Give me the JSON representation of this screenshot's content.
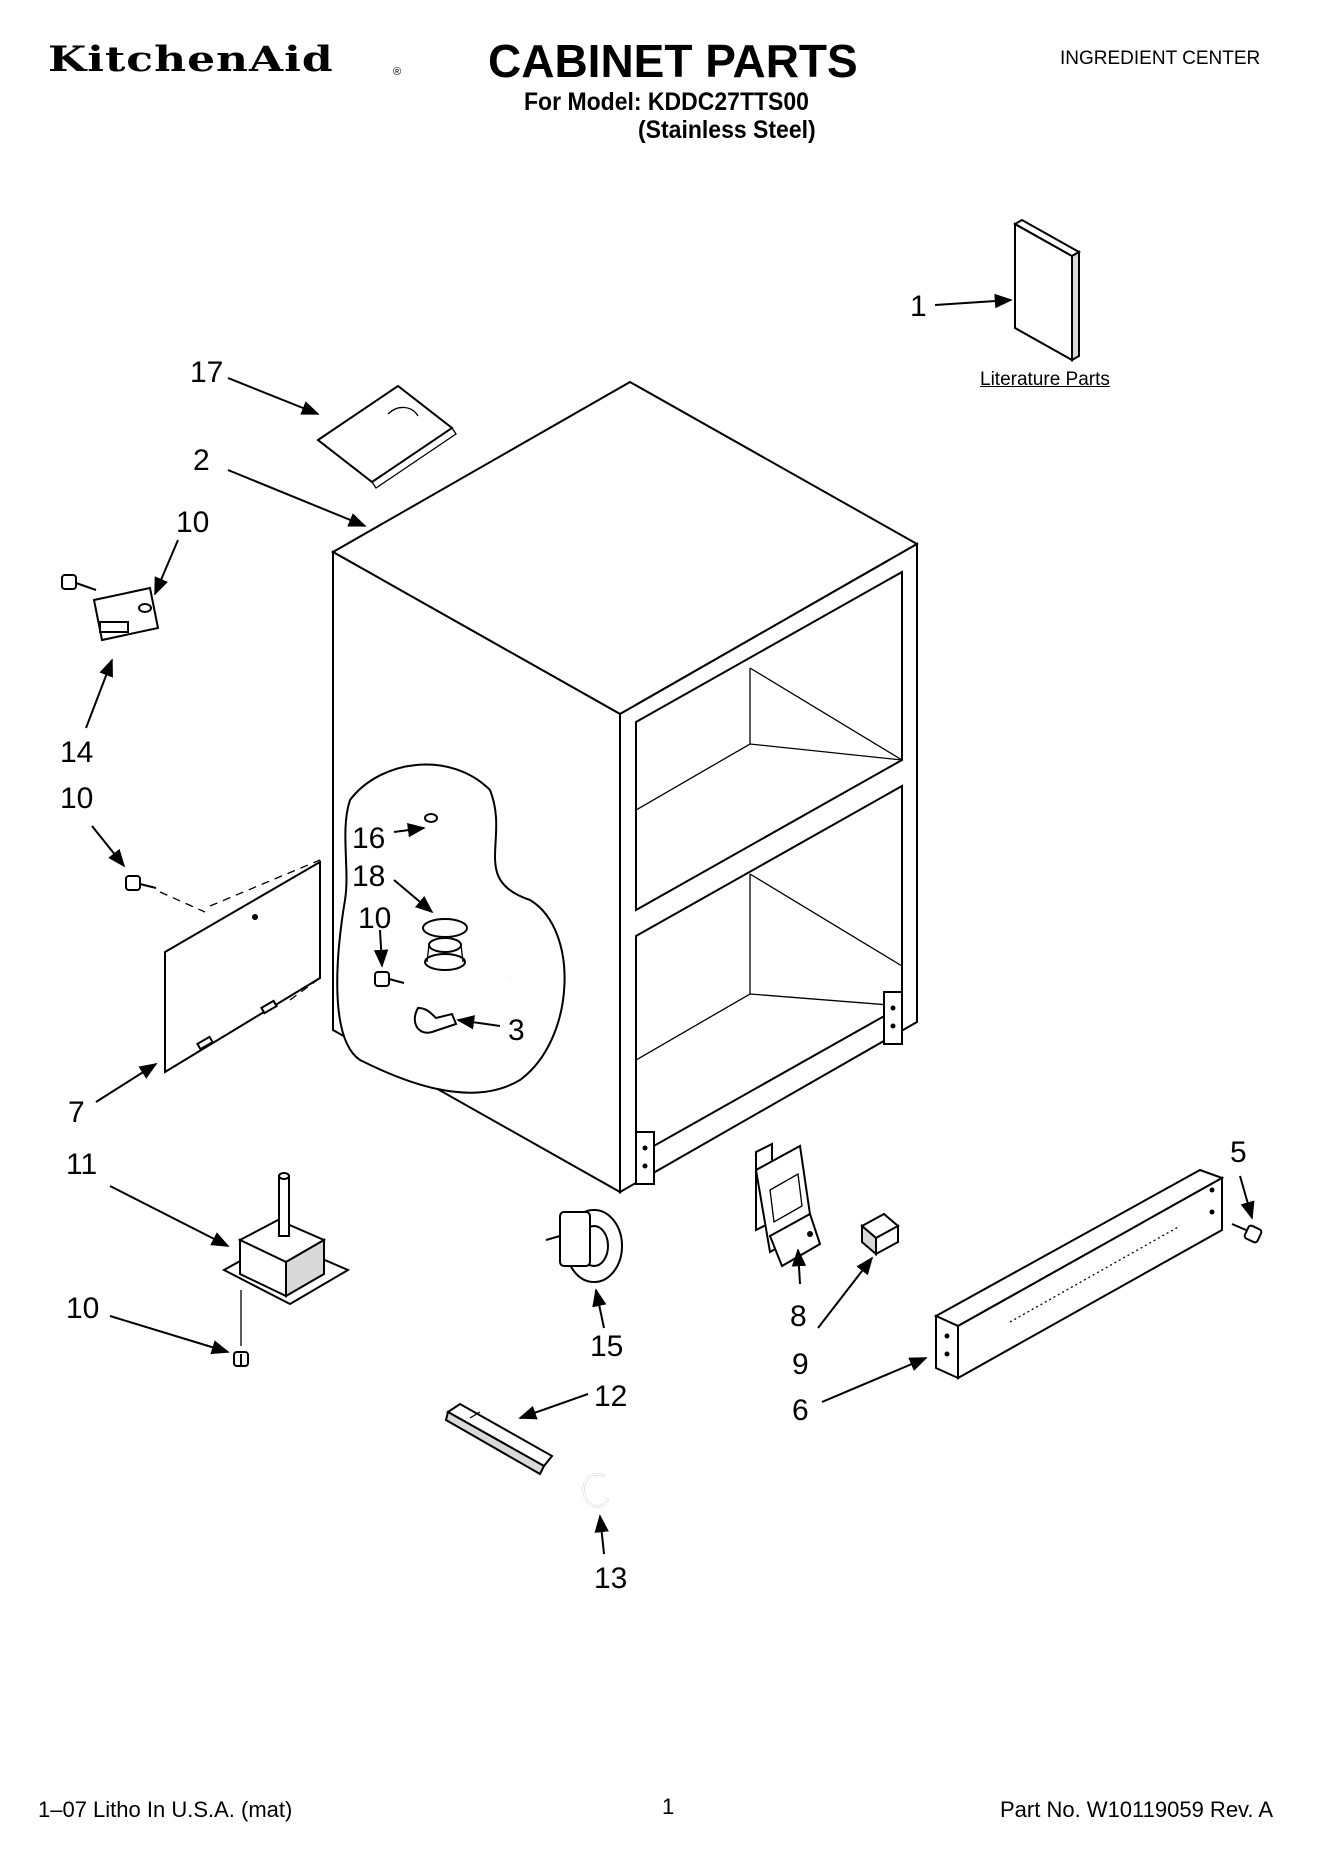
{
  "header": {
    "brand": "KitchenAid",
    "brand_mark": "®",
    "title": "CABINET PARTS",
    "model_line": "For Model: KDDC27TTS00",
    "finish_line": "(Stainless Steel)",
    "category": "INGREDIENT CENTER"
  },
  "literature_label": "Literature Parts",
  "callouts": {
    "c1": "1",
    "c2": "2",
    "c3": "3",
    "c5": "5",
    "c6": "6",
    "c7": "7",
    "c8": "8",
    "c9": "9",
    "c10a": "10",
    "c10b": "10",
    "c10c": "10",
    "c10d": "10",
    "c11": "11",
    "c12": "12",
    "c13": "13",
    "c14": "14",
    "c15": "15",
    "c16": "16",
    "c17": "17",
    "c18": "18"
  },
  "footer": {
    "litho": "1–07 Litho In U.S.A. (mat)",
    "page": "1",
    "part_no": "Part No. W10119059 Rev. A"
  }
}
